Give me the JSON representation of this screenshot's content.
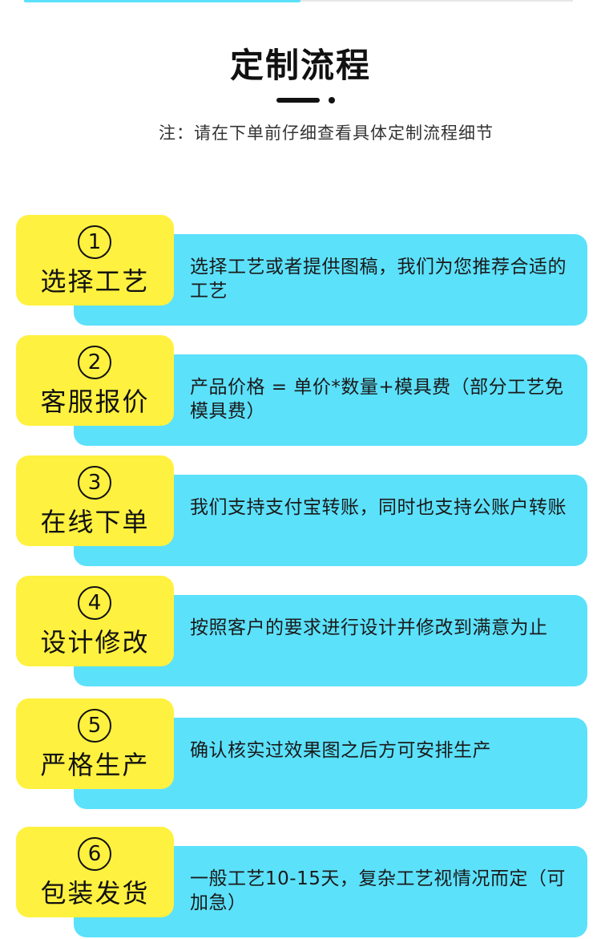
{
  "header": {
    "title": "定制流程",
    "note": "注：请在下单前仔细查看具体定制流程细节"
  },
  "steps": [
    {
      "number": "1",
      "title": "选择工艺",
      "description": "选择工艺或者提供图稿，我们为您推荐合适的工艺"
    },
    {
      "number": "2",
      "title": "客服报价",
      "description": "产品价格 = 单价*数量+模具费（部分工艺免模具费）"
    },
    {
      "number": "3",
      "title": "在线下单",
      "description": "我们支持支付宝转账，同时也支持公账户转账"
    },
    {
      "number": "4",
      "title": "设计修改",
      "description": "按照客户的要求进行设计并修改到满意为止"
    },
    {
      "number": "5",
      "title": "严格生产",
      "description": "确认核实过效果图之后方可安排生产"
    },
    {
      "number": "6",
      "title": "包装发货",
      "description": "一般工艺10-15天，复杂工艺视情况而定（可加急）"
    }
  ],
  "colors": {
    "badge": "#fff13f",
    "panel": "#5ce1fb",
    "text": "#111111"
  }
}
